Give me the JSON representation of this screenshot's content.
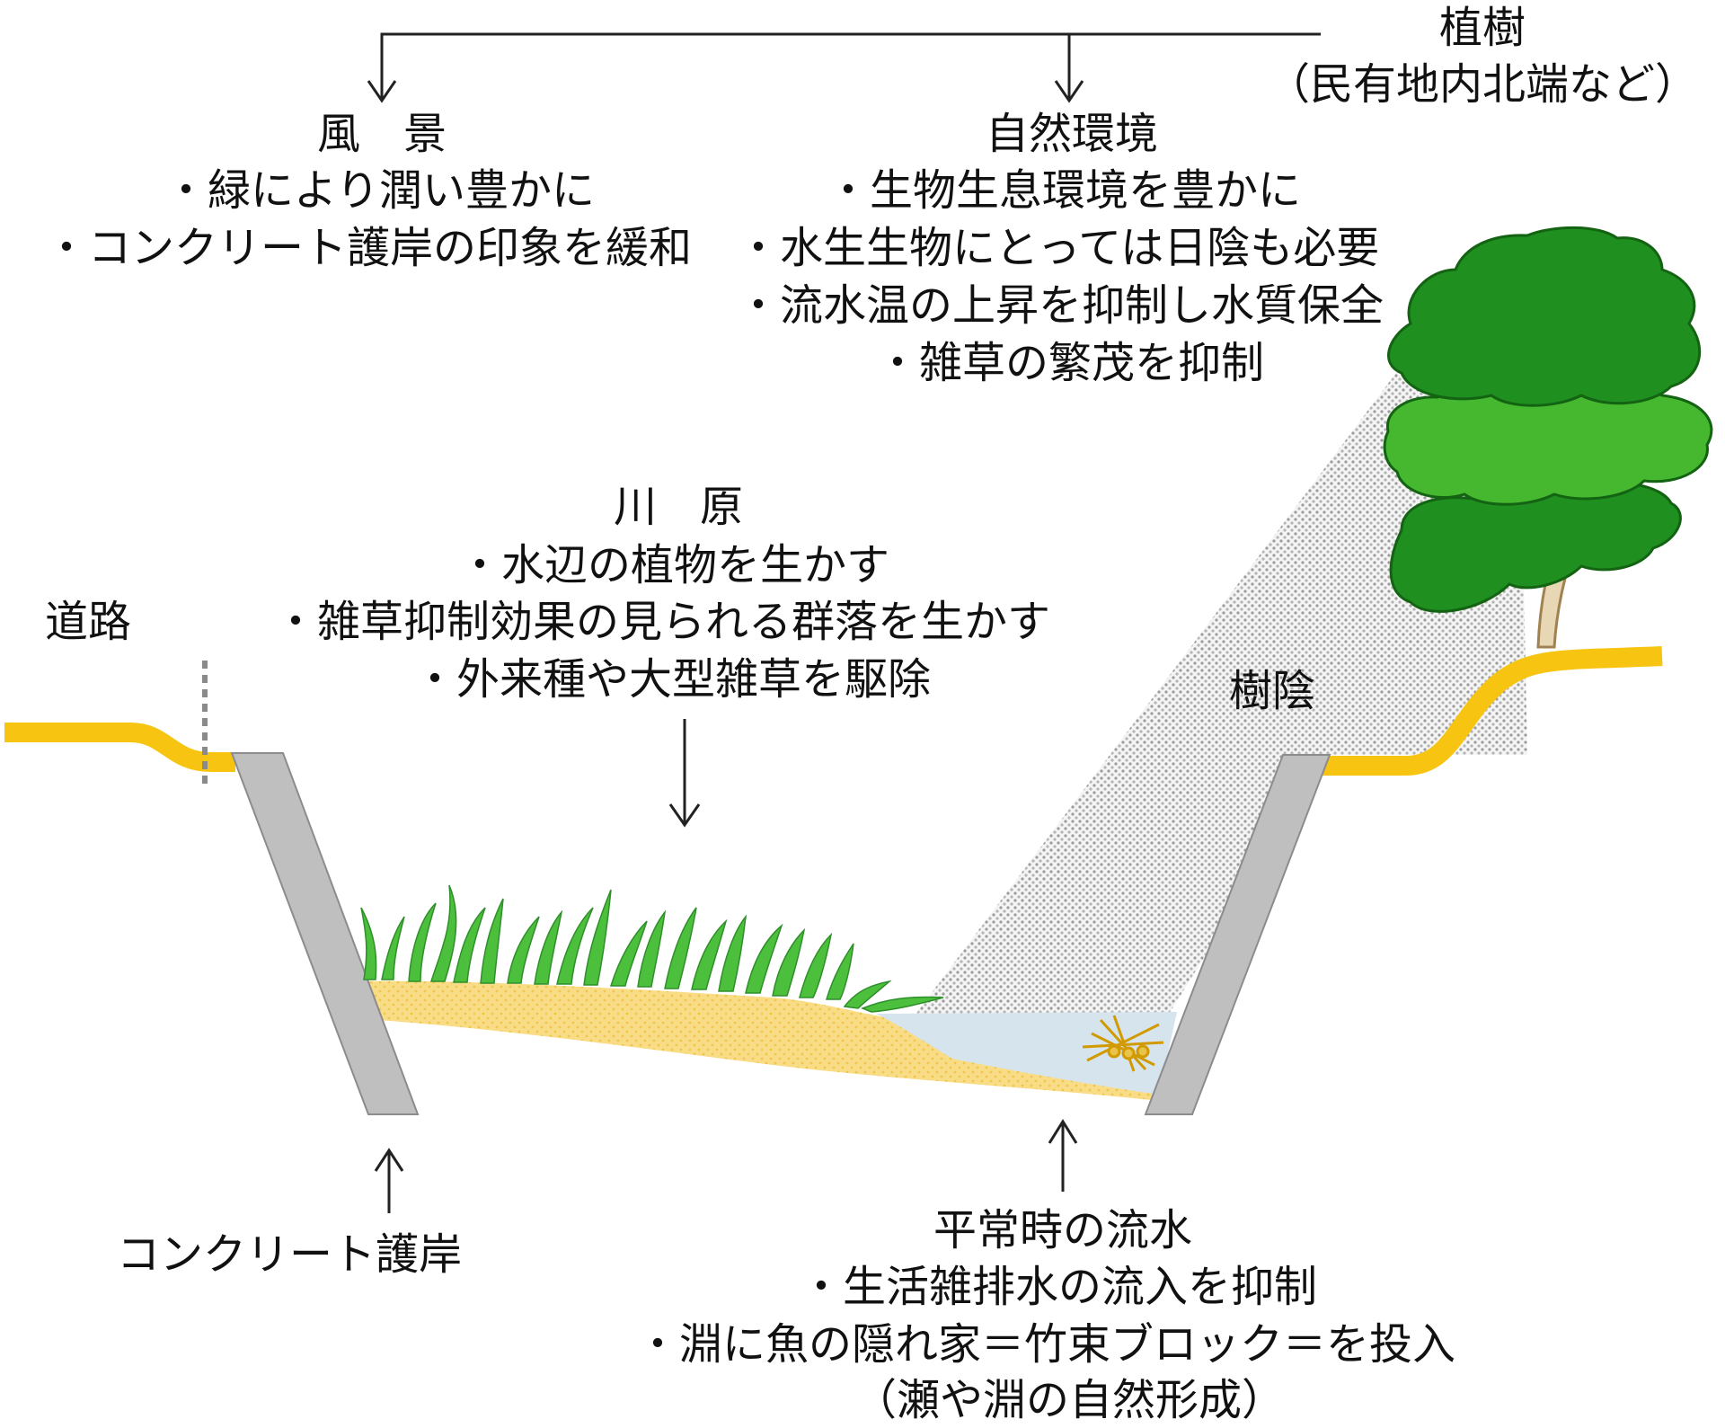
{
  "planting": {
    "title": "植樹",
    "subtitle": "（民有地内北端など）"
  },
  "scenery": {
    "title": "風　景",
    "items": [
      "・緑により潤い豊かに",
      "・コンクリート護岸の印象を緩和"
    ]
  },
  "nature": {
    "title": "自然環境",
    "items": [
      "・生物生息環境を豊かに",
      "・水生生物にとっては日陰も必要",
      "・流水温の上昇を抑制し水質保全",
      "・雑草の繁茂を抑制"
    ]
  },
  "riverbed": {
    "title": "川　原",
    "items": [
      "・水辺の植物を生かす",
      "・雑草抑制効果の見られる群落を生かす",
      "・外来種や大型雑草を駆除"
    ]
  },
  "road": {
    "label": "道路"
  },
  "shade": {
    "label": "樹陰"
  },
  "revetment": {
    "label": "コンクリート護岸"
  },
  "flow": {
    "title": "平常時の流水",
    "items": [
      "・生活雑排水の流入を抑制",
      "・淵に魚の隠れ家＝竹束ブロック＝を投入",
      "（瀬や淵の自然形成）"
    ]
  },
  "colors": {
    "ground": "#f7c511",
    "sand": "#f7dd8a",
    "concrete": "#bfbfbf",
    "water": "#d6e4ee",
    "shade": "#bdbdbd",
    "tree_dark": "#1f8f1f",
    "tree_light": "#45b82f",
    "trunk": "#e7d7b4",
    "grass": "#4cbf3c"
  }
}
